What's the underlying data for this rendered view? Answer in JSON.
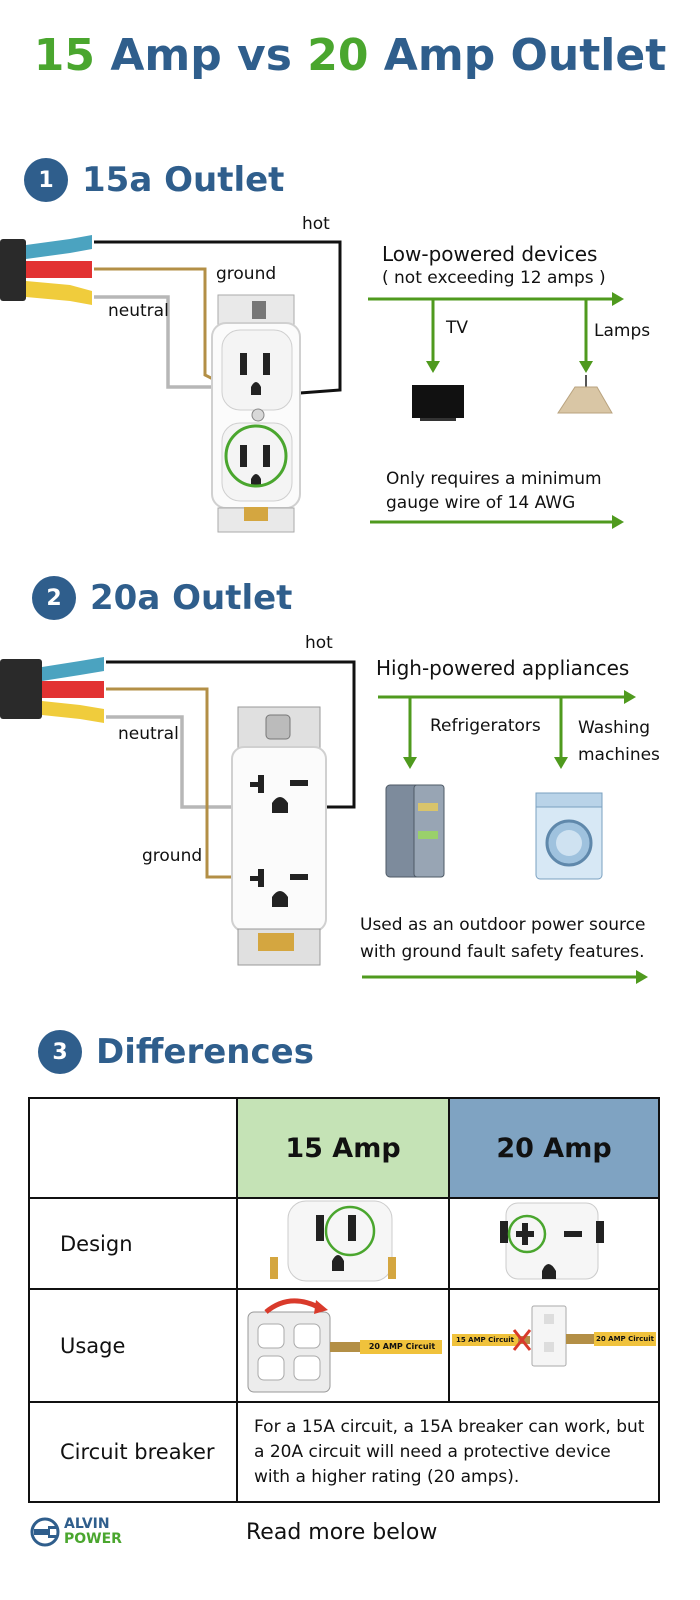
{
  "title": {
    "part1": "15",
    "part2": " Amp vs ",
    "part3": "20",
    "part4": " Amp Outlet"
  },
  "section1": {
    "number": "1",
    "heading": "15a Outlet",
    "wire_labels": {
      "hot": "hot",
      "ground": "ground",
      "neutral": "neutral"
    },
    "devices_title": "Low-powered devices",
    "devices_subtitle": "( not exceeding 12 amps )",
    "device_a": "TV",
    "device_b": "Lamps",
    "note": "Only requires a minimum gauge wire of 14 AWG"
  },
  "section2": {
    "number": "2",
    "heading": "20a Outlet",
    "wire_labels": {
      "hot": "hot",
      "neutral": "neutral",
      "ground": "ground"
    },
    "devices_title": "High-powered appliances",
    "device_a": "Refrigerators",
    "device_b_line1": "Washing",
    "device_b_line2": "machines",
    "note": "Used as an outdoor power source with ground fault safety features."
  },
  "section3": {
    "number": "3",
    "heading": "Differences",
    "col15": "15 Amp",
    "col20": "20 Amp",
    "row_design": "Design",
    "row_usage": "Usage",
    "row_breaker": "Circuit breaker",
    "usage_tag_20": "20 AMP Circuit",
    "usage_tag_15": "15 AMP Circuit",
    "usage_tag_20b": "20 AMP Circuit",
    "breaker_text": "For a 15A circuit, a 15A breaker can work, but a 20A circuit will need a protective device with a higher rating (20 amps)."
  },
  "footer": {
    "logo_line1": "ALVIN",
    "logo_line2": "POWER",
    "read_more": "Read more below"
  },
  "colors": {
    "brand_blue": "#2f5e8c",
    "brand_green": "#4aa62e",
    "arrow_green": "#4f9a1e"
  }
}
